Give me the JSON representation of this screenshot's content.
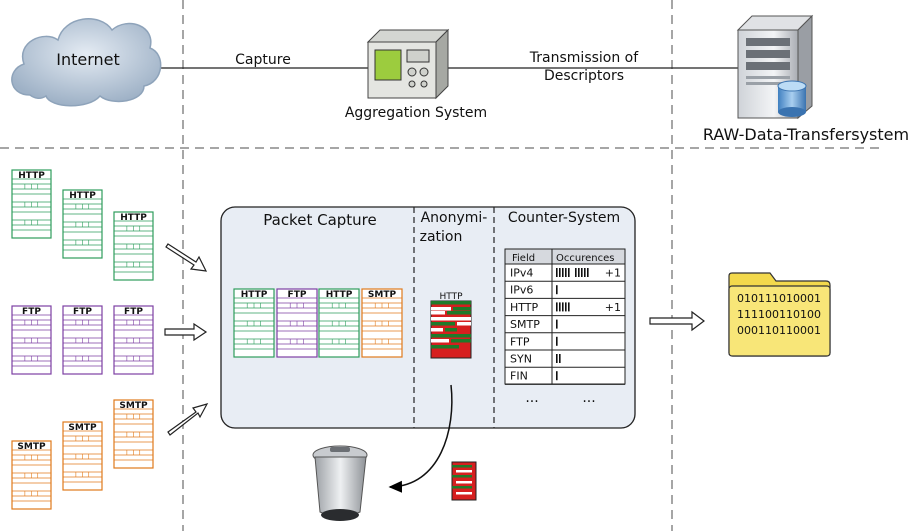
{
  "labels": {
    "internet": "Internet",
    "capture": "Capture",
    "aggregation": "Aggregation System",
    "transmission_line1": "Transmission of",
    "transmission_line2": "Descriptors",
    "raw_system": "RAW-Data-Transfersystem"
  },
  "panel": {
    "packet_capture": "Packet Capture",
    "anonym_line1": "Anonymi-",
    "anonym_line2": "zation",
    "counter_system": "Counter-System"
  },
  "packets": {
    "http": "HTTP",
    "ftp": "FTP",
    "smtp": "SMTP"
  },
  "table": {
    "headers": [
      "Field",
      "Occurences"
    ],
    "rows": [
      {
        "field": "IPv4",
        "plus": "+1"
      },
      {
        "field": "IPv6",
        "plus": ""
      },
      {
        "field": "HTTP",
        "plus": "+1"
      },
      {
        "field": "SMTP",
        "plus": ""
      },
      {
        "field": "FTP",
        "plus": ""
      },
      {
        "field": "SYN",
        "plus": ""
      },
      {
        "field": "FIN",
        "plus": ""
      }
    ],
    "ellipsis": "..."
  },
  "file_bits": [
    "010111010001",
    "111100110100",
    "000110110001"
  ],
  "colors": {
    "http": "#2e9d5c",
    "ftp": "#7d3fa3",
    "smtp": "#e07a1c",
    "panel_bg": "#e8edf4",
    "folder": "#f6e16a",
    "anon_red": "#d61f1f",
    "anon_green": "#1f7a2a"
  }
}
